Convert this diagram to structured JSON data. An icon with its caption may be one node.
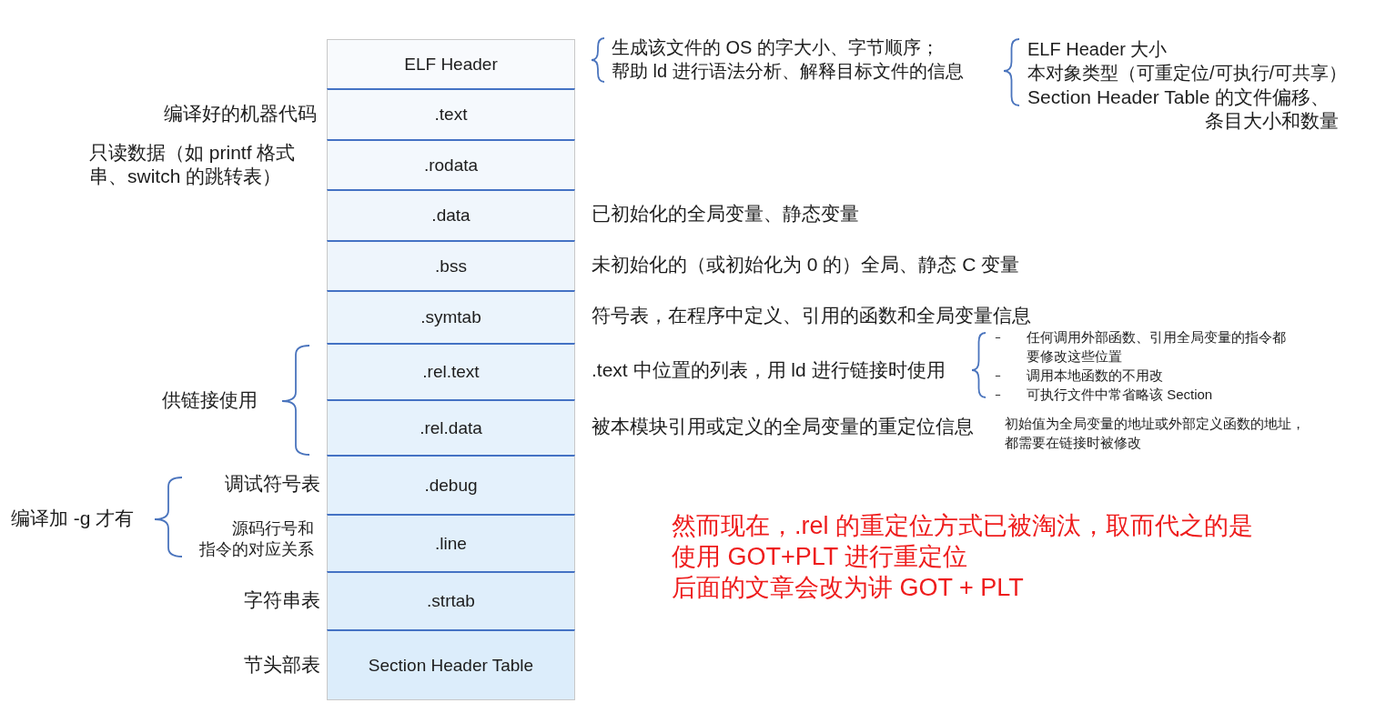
{
  "diagram": {
    "nodes": [
      {
        "text": [
          "ELF Header"
        ],
        "beside": [
          "生成该文件的 OS 的字大小、字节顺序；",
          "帮助 ld 进行语法分析、解释目标文件的信息"
        ]
      },
      {
        "text": [
          ".text"
        ],
        "beside": [
          "编译好的机器代码"
        ]
      },
      {
        "text": [
          ".rodata"
        ],
        "beside": [
          "只读数据（如 printf 格式串、switch 的跳转表）"
        ]
      },
      {
        "text": [
          ".data"
        ],
        "beside": [
          "已初始化的全局变量、静态变量"
        ]
      },
      {
        "text": [
          ".bss"
        ],
        "beside": [
          "未初始化的（或初始化为 0 的）全局、静态 C 变量"
        ]
      },
      {
        "text": [
          ".symtab"
        ],
        "beside": [
          "符号表，在程序中定义、引用的函数和全局变量信息"
        ]
      },
      {
        "text": [
          ".rel.text"
        ],
        "beside": [
          ".text 中位置的列表，用 ld 进行链接时使用"
        ]
      },
      {
        "text": [
          ".rel.data"
        ],
        "beside": [
          "被本模块引用或定义的全局变量的重定位信息"
        ]
      },
      {
        "text": [
          ".debug"
        ],
        "beside": [
          "调试符号表"
        ]
      },
      {
        "text": [
          ".line"
        ],
        "beside": [
          "源码行号和指令的对应关系"
        ]
      },
      {
        "text": [
          ".strtab"
        ],
        "beside": [
          "字符串表"
        ]
      },
      {
        "text": [
          "Section Header Table"
        ],
        "beside": [
          "节头部表"
        ]
      }
    ],
    "labels": [
      "ELF Header 大小",
      "本对象类型（可重定位/可执行/可共享）",
      "Section Header Table 的文件偏移、条目大小和数量",
      "任何调用外部函数、引用全局变量的指令都要修改这些位置",
      "调用本地函数的不用改",
      "可执行文件中常省略该 Section",
      "初始值为全局变量的地址或外部定义函数的地址，都需要在链接时被修改",
      "供链接使用",
      "编译加 -g 才有",
      "然而现在，.rel 的重定位方式已被淘汰，取而代之的是使用 GOT+PLT 进行重定位",
      "后面的文章会改为讲 GOT + PLT"
    ]
  }
}
